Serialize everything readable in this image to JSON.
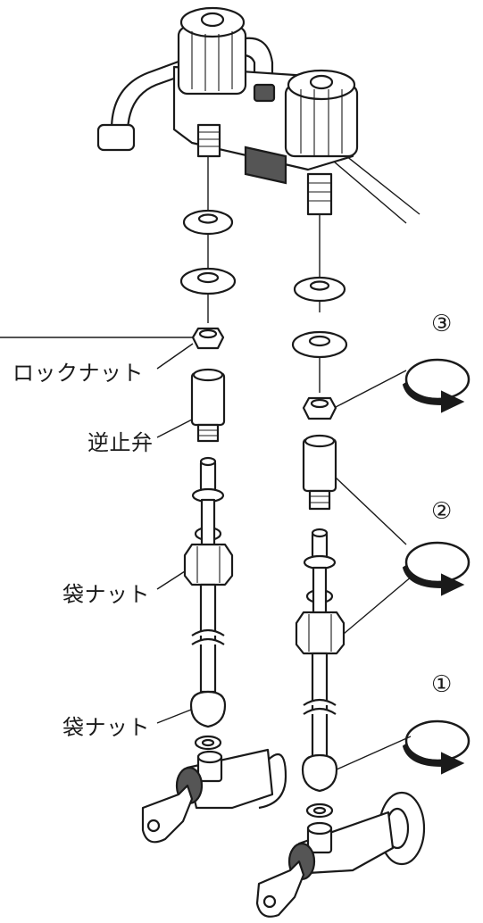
{
  "labels": {
    "lock_nut": "ロックナット",
    "check_valve": "逆止弁",
    "cap_nut_upper": "袋ナット",
    "cap_nut_lower": "袋ナット"
  },
  "steps": {
    "step1": "①",
    "step2": "②",
    "step3": "③"
  },
  "icons": {
    "rotation": "clockwise-rotation-arrow-icon"
  }
}
